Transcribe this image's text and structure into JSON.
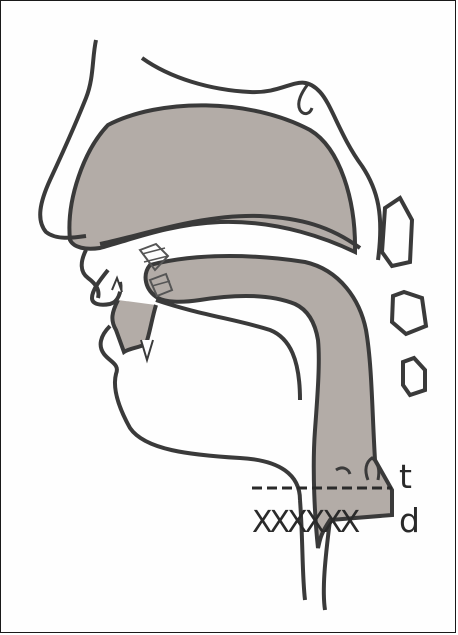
{
  "labels": {
    "voiceless": "t",
    "voiced": "d",
    "voicing_marks": "XXXXXX"
  },
  "colors": {
    "outline": "#3a3a3a",
    "fill": "#b3aca7",
    "border": "#1a1a1a",
    "background": "#fefefe"
  }
}
